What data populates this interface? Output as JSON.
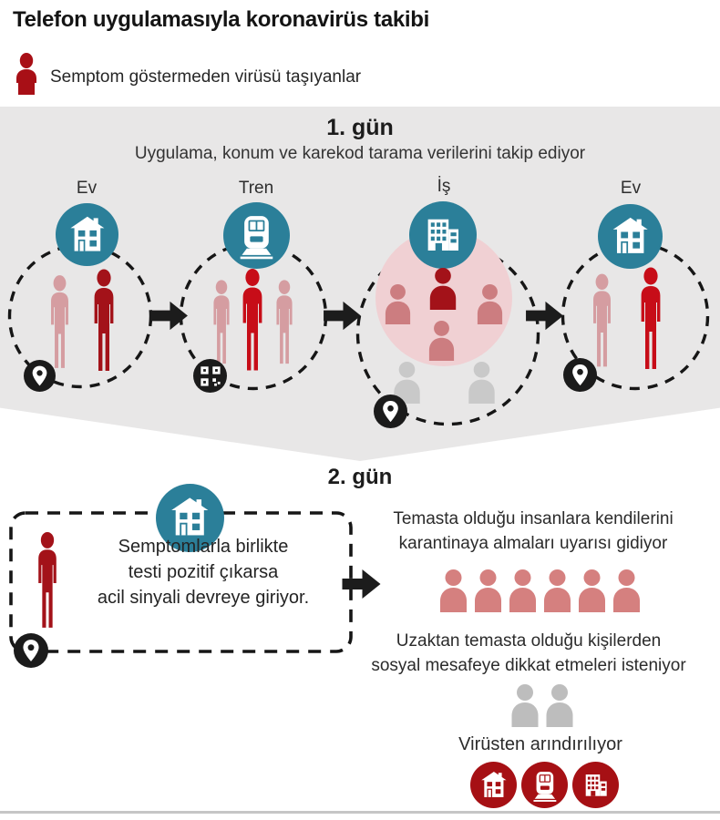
{
  "title": "Telefon uygulamasıyla koronavirüs takibi",
  "legend": {
    "icon": "asymptomatic-carrier-person-icon",
    "label": "Semptom göstermeden virüsü taşıyanlar",
    "color": "#a80f16"
  },
  "day1": {
    "heading": "1. gün",
    "subtitle": "Uygulama, konum ve karekod tarama verilerini takip ediyor",
    "stops": [
      {
        "label": "Ev",
        "icon": "house-icon",
        "badge_icon": "location-pin-icon",
        "figures": [
          "carrier-light",
          "carrier-dark"
        ]
      },
      {
        "label": "Tren",
        "icon": "train-icon",
        "badge_icon": "qr-code-icon",
        "figures": [
          "carrier-light",
          "carrier-bright",
          "carrier-light"
        ]
      },
      {
        "label": "İş",
        "icon": "office-icon",
        "badge_icon": "location-pin-icon",
        "figures": [
          "contact",
          "carrier-dark",
          "contact",
          "contact",
          "unexposed",
          "unexposed"
        ]
      },
      {
        "label": "Ev",
        "icon": "house-icon",
        "badge_icon": "location-pin-icon",
        "figures": [
          "carrier-light",
          "carrier-bright"
        ]
      }
    ]
  },
  "day2": {
    "heading": "2. gün",
    "alert_box": {
      "icon": "house-icon",
      "badge_icon": "location-pin-icon",
      "lines": [
        "Semptomlarla birlikte",
        "testi pozitif çıkarsa",
        "acil sinyali devreye giriyor."
      ]
    },
    "quarantine": {
      "lines": [
        "Temasta olduğu insanlara kendilerini",
        "karantinaya almaları uyarısı gidiyor"
      ],
      "people_count": 6
    },
    "distancing": {
      "lines": [
        "Uzaktan temasta olduğu kişilerden",
        "sosyal mesafeye dikkat etmeleri isteniyor"
      ],
      "people_count": 2
    },
    "disinfection": {
      "label": "Virüsten arındırılıyor",
      "icons": [
        "house-icon",
        "train-icon",
        "office-icon"
      ]
    }
  },
  "colors": {
    "teal_badge": "#2b7f99",
    "band_gray": "#e8e7e7",
    "carrier_dark": "#a31219",
    "carrier_bright": "#c70d18",
    "carrier_light": "#d59da1",
    "contact_pink": "#cc7d80",
    "unexposed_gray": "#c9c9c9",
    "quarantine_pink": "#d5807f",
    "distancing_gray": "#bdbdbd",
    "disinfect_red": "#a61014",
    "exposure_halo": "#f0d0d3",
    "black": "#1c1c1c"
  }
}
